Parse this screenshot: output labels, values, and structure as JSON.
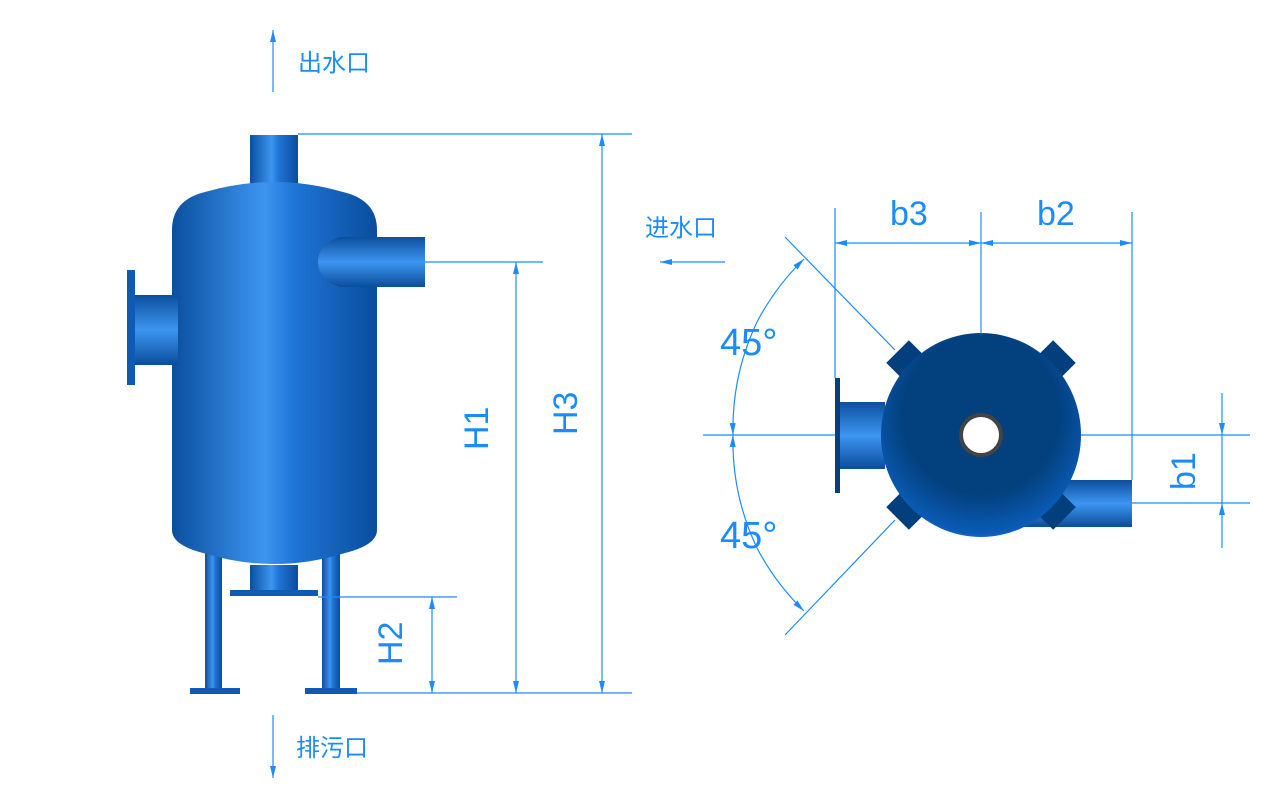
{
  "labels": {
    "outlet": "出水口",
    "inlet": "进水口",
    "drain": "排污口",
    "h1": "H1",
    "h2": "H2",
    "h3": "H3",
    "b1": "b1",
    "b2": "b2",
    "b3": "b3",
    "angle_top": "45°",
    "angle_bottom": "45°"
  },
  "colors": {
    "dimension": "#1a8cff",
    "vessel": "#1565c8",
    "vessel_dark": "#033f7c"
  }
}
